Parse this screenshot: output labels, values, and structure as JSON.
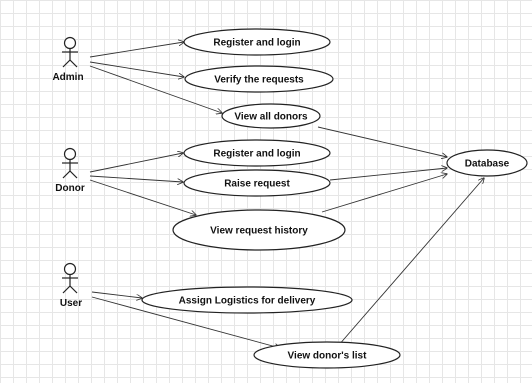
{
  "actors": {
    "admin": "Admin",
    "donor": "Donor",
    "user": "User"
  },
  "use_cases": {
    "admin_register": "Register and login",
    "verify": "Verify the requests",
    "view_donors": "View all donors",
    "donor_register": "Register and login",
    "raise": "Raise request",
    "history": "View request history",
    "assign": "Assign Logistics for delivery",
    "donor_list": "View donor's list"
  },
  "system": {
    "database": "Database"
  }
}
